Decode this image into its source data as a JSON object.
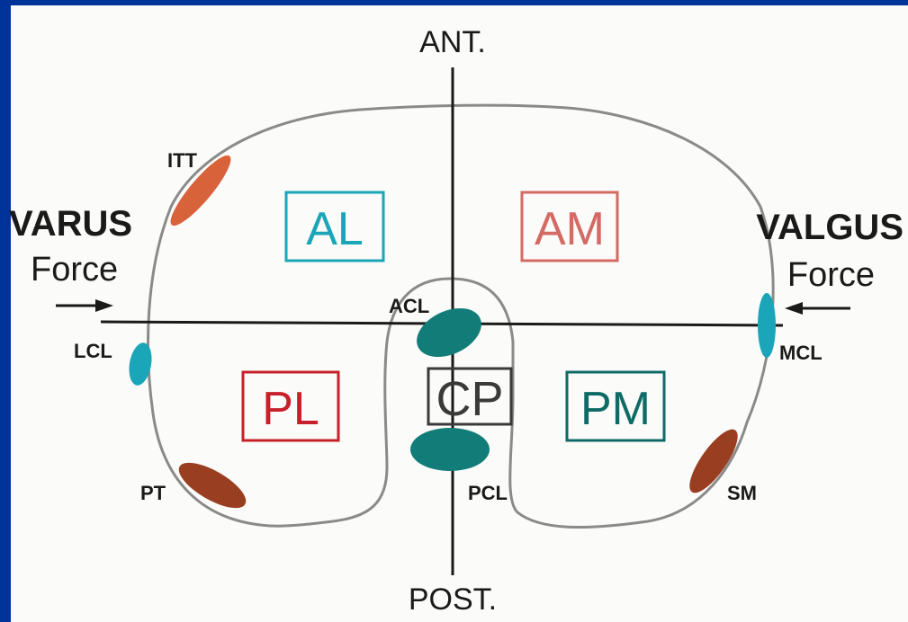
{
  "axes": {
    "anterior": "ANT.",
    "posterior": "POST."
  },
  "forces": {
    "varus_title": "VARUS",
    "varus_sub": "Force",
    "valgus_title": "VALGUS",
    "valgus_sub": "Force"
  },
  "quadrants": {
    "al": "AL",
    "am": "AM",
    "pl": "PL",
    "pm": "PM",
    "cp": "CP"
  },
  "structures": {
    "itt": "ITT",
    "lcl": "LCL",
    "pt": "PT",
    "acl": "ACL",
    "pcl": "PCL",
    "mcl": "MCL",
    "sm": "SM"
  },
  "colors": {
    "background": "#00339a",
    "panel": "#fbfbf9",
    "outline": "#8a8a8a",
    "axis": "#1a1a1a",
    "blue_teal": "#1aa6b8",
    "red_light": "#d46a64",
    "red_dark": "#c8202a",
    "teal_dark": "#0f6b66",
    "ligament_teal": "#127d78",
    "orange": "#d8623a",
    "brown": "#9a3e22"
  }
}
